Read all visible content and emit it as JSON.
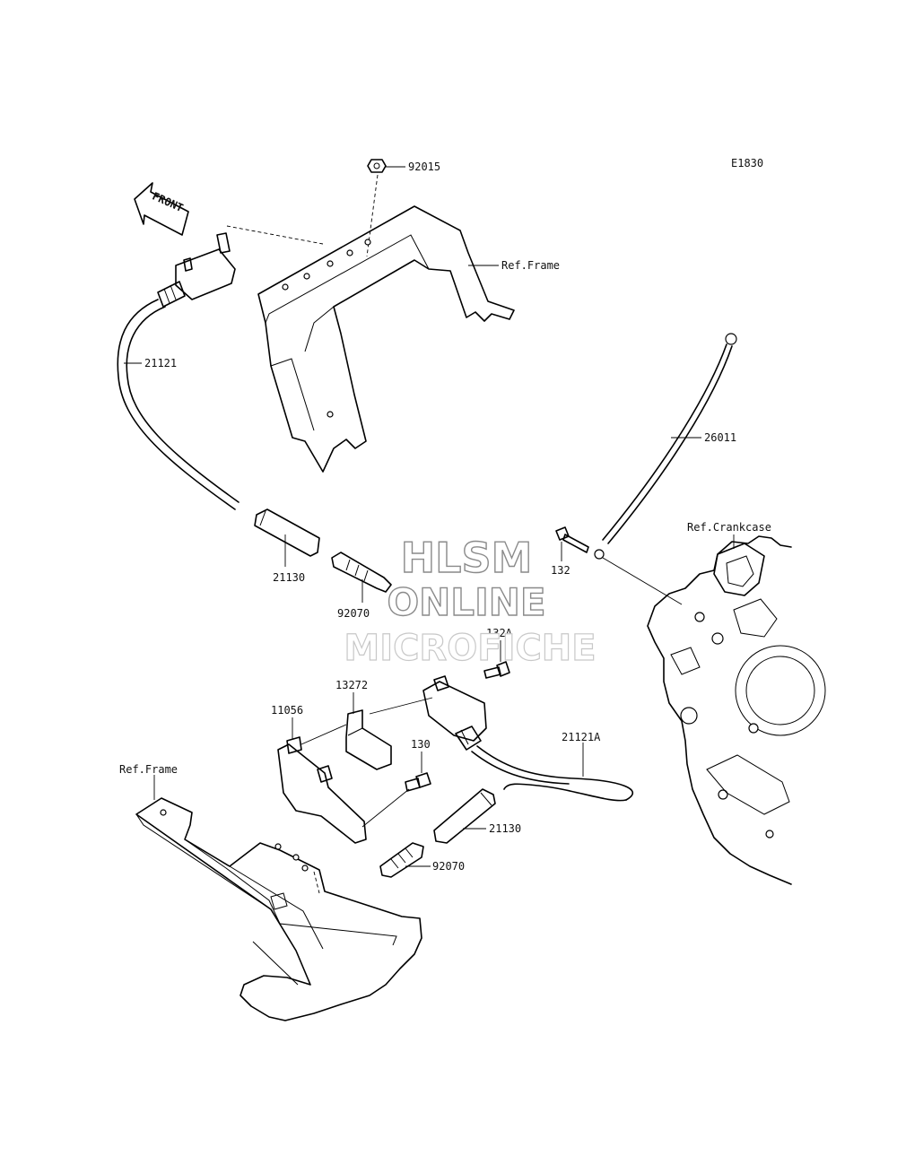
{
  "figure_code": "E1830",
  "front_label": "FRONT",
  "watermark": {
    "line1": "HLSM",
    "line2": "ONLINE",
    "line3": "MICROFICHE"
  },
  "labels": {
    "nut_top": "92015",
    "ref_frame_top": "Ref.Frame",
    "cable_front": "21121",
    "cap_front": "21130",
    "plug_front": "92070",
    "ground_lead": "26011",
    "ref_crankcase": "Ref.Crankcase",
    "bolt_ground": "132",
    "bolt_rear_coil": "132A",
    "bracket_a": "13272",
    "clamp": "11056",
    "bolt_bracket": "130",
    "cable_rear": "21121A",
    "cap_rear": "21130",
    "plug_rear": "92070",
    "ref_frame_bottom": "Ref.Frame"
  },
  "colors": {
    "line": "#000000",
    "watermark_outline": "#8a8a8a"
  }
}
